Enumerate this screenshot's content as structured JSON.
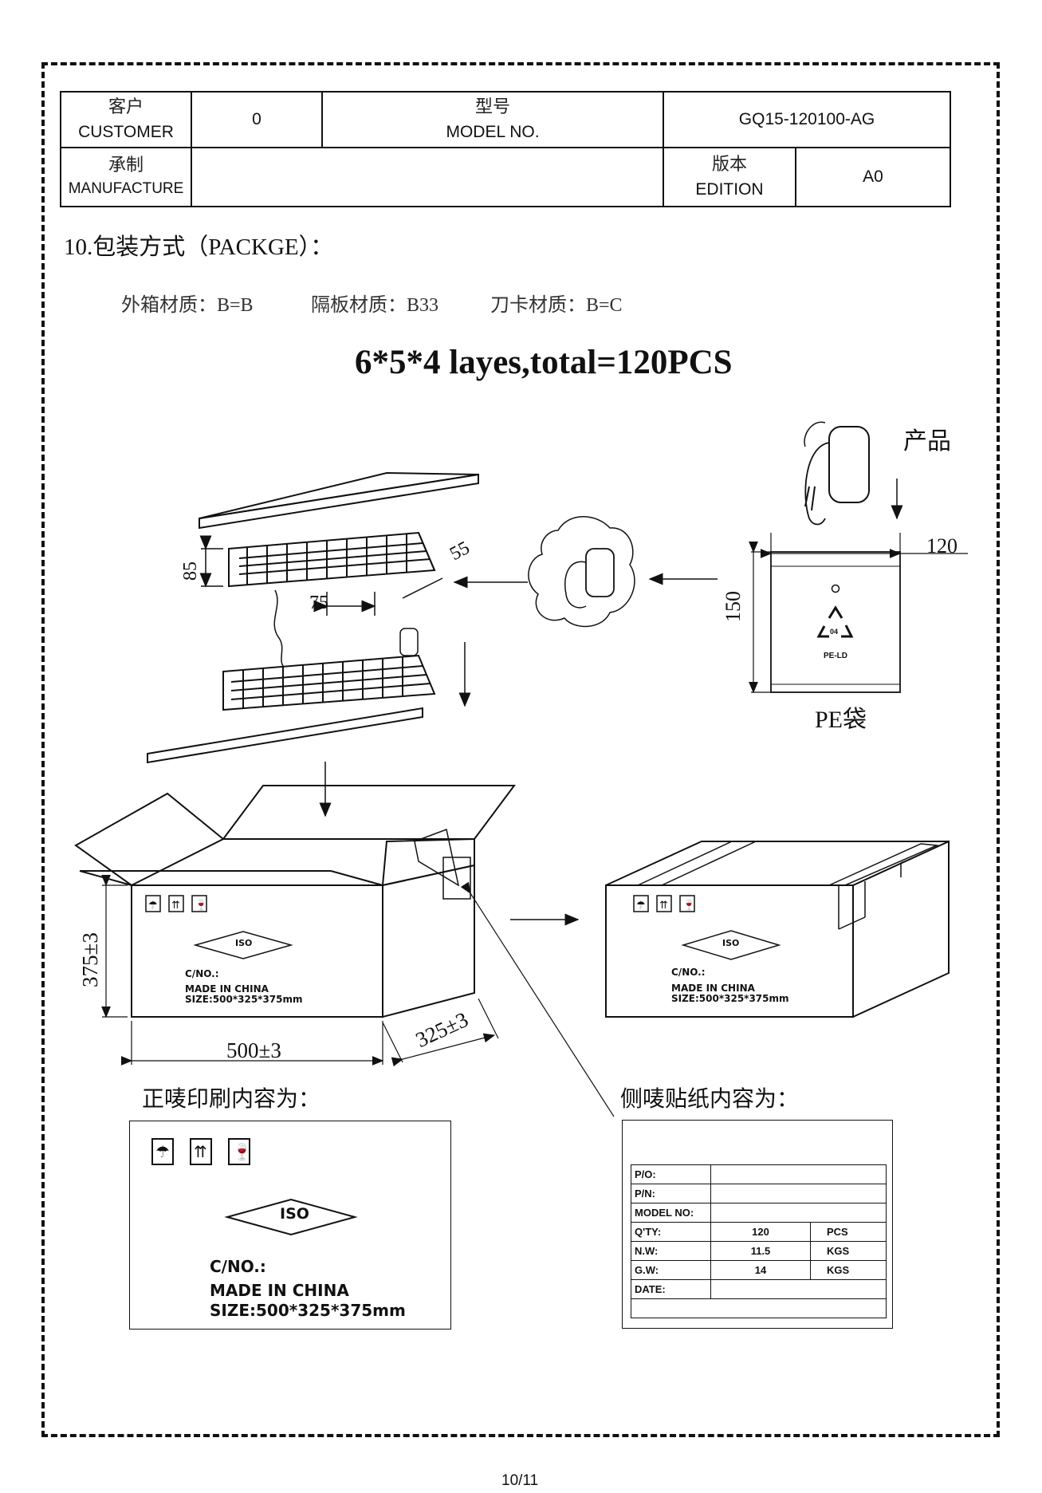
{
  "header": {
    "customer_cn": "客户",
    "customer_en": "CUSTOMER",
    "customer_value": "0",
    "model_cn": "型号",
    "model_en": "MODEL NO.",
    "model_value": "GQ15-120100-AG",
    "manufacture_cn": "承制",
    "manufacture_en": "MANUFACTURE",
    "manufacture_value": "",
    "edition_cn": "版本",
    "edition_en": "EDITION",
    "edition_value": "A0"
  },
  "section": {
    "title": "10.包装方式（PACKGE）：",
    "materials": {
      "outer_box": "外箱材质：B=B",
      "partition": "隔板材质：B33",
      "knife_card": "刀卡材质：B=C"
    },
    "headline": "6*5*4 layes,total=120PCS"
  },
  "diagram": {
    "product_label": "产品",
    "pe_bag_label": "PE袋",
    "bag_width": "120",
    "bag_height": "150",
    "partition_height": "85",
    "partition_depth": "55",
    "partition_pitch": "75",
    "recycle_code": "04",
    "recycle_material": "PE-LD",
    "box_height": "375±3",
    "box_length": "500±3",
    "box_width": "325±3",
    "front_print_title": "正唛印刷内容为：",
    "side_sticker_title": "侧唛贴纸内容为："
  },
  "box_marking": {
    "iso": "ISO",
    "cno": "C/NO.:",
    "made_in": "MADE  IN  CHINA",
    "size": "SIZE:500*325*375mm"
  },
  "side_sticker": {
    "rows": [
      {
        "label": "P/O:",
        "value": "",
        "unit": ""
      },
      {
        "label": "P/N:",
        "value": "",
        "unit": ""
      },
      {
        "label": "MODEL NO:",
        "value": "",
        "unit": ""
      },
      {
        "label": "Q'TY:",
        "value": "120",
        "unit": "PCS"
      },
      {
        "label": "N.W:",
        "value": "11.5",
        "unit": "KGS"
      },
      {
        "label": "G.W:",
        "value": "14",
        "unit": "KGS"
      },
      {
        "label": "DATE:",
        "value": "",
        "unit": ""
      },
      {
        "label": "",
        "value": "",
        "unit": ""
      }
    ]
  },
  "footer": {
    "page": "10/11"
  }
}
